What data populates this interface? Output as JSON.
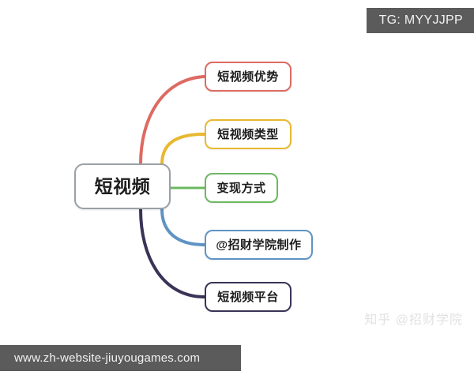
{
  "diagram": {
    "type": "mind-map",
    "center": {
      "label": "短视频",
      "border_color": "#9aa0a6"
    },
    "branches": [
      {
        "label": "短视频优势",
        "color": "#dd6b62",
        "connector": "curve"
      },
      {
        "label": "短视频类型",
        "color": "#e8b830",
        "connector": "curve"
      },
      {
        "label": "变现方式",
        "color": "#6cb861",
        "connector": "straight"
      },
      {
        "label": "@招财学院制作",
        "color": "#5f93c4",
        "connector": "curve"
      },
      {
        "label": "短视频平台",
        "color": "#3b3357",
        "connector": "curve"
      }
    ]
  },
  "watermarks": {
    "telegram": "TG: MYYJJPP",
    "website": "www.zh-website-jiuyougames.com",
    "zhihu": "知乎 @招财学院"
  },
  "colors": {
    "background": "#ffffff",
    "watermark_box": "#5b5b5b",
    "watermark_text": "#f2f2f2",
    "zhihu_text": "#e2e2e4",
    "node_text": "#1d1d1d"
  }
}
